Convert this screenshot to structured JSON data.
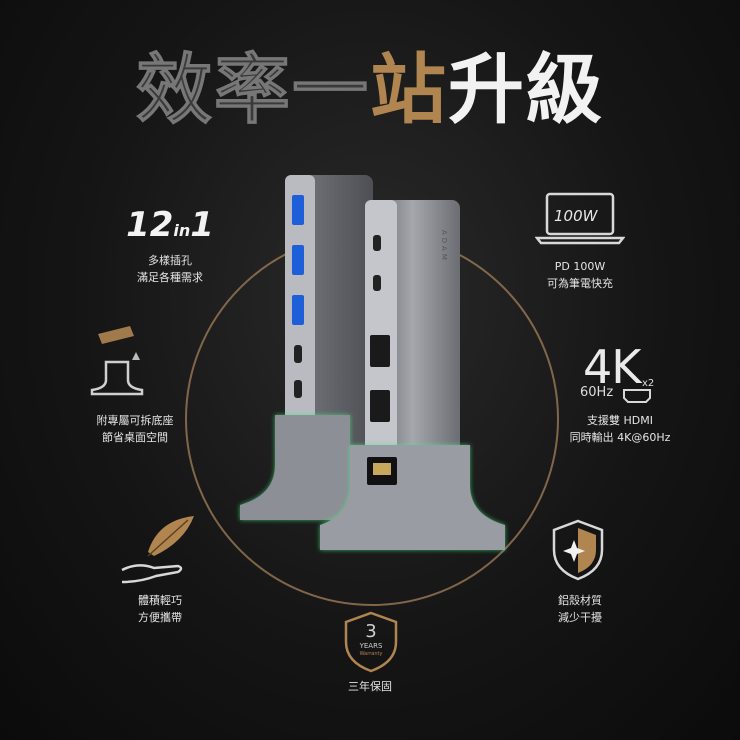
{
  "headline": {
    "part1": "效率一",
    "part2": "站",
    "part3": "升級"
  },
  "features": {
    "ports": {
      "count": "12",
      "suffix": "in",
      "count2": "1",
      "line1": "多樣插孔",
      "line2": "滿足各種需求"
    },
    "stand": {
      "line1": "附專屬可拆底座",
      "line2": "節省桌面空間"
    },
    "weight": {
      "line1": "體積輕巧",
      "line2": "方便攜帶"
    },
    "power": {
      "watt": "100W",
      "line1": "PD 100W",
      "line2": "可為筆電快充"
    },
    "display": {
      "res": "4K",
      "rate": "60Hz",
      "mult": "x2",
      "line1": "支援雙 HDMI",
      "line2": "同時輸出 4K@60Hz"
    },
    "material": {
      "line1": "鋁殼材質",
      "line2": "減少干擾"
    },
    "warranty": {
      "num": "3",
      "years": "YEARS",
      "word": "Warranty",
      "line1": "三年保固"
    }
  },
  "product": {
    "brand": "ADAM"
  },
  "colors": {
    "gold": "#b08550",
    "glow": "#3cf07a",
    "metal": "#8d8f96"
  },
  "icons": [
    "laptop-icon",
    "stand-icon",
    "feather-hand-icon",
    "shield-icon",
    "warranty-badge-icon",
    "hdmi-icon"
  ]
}
